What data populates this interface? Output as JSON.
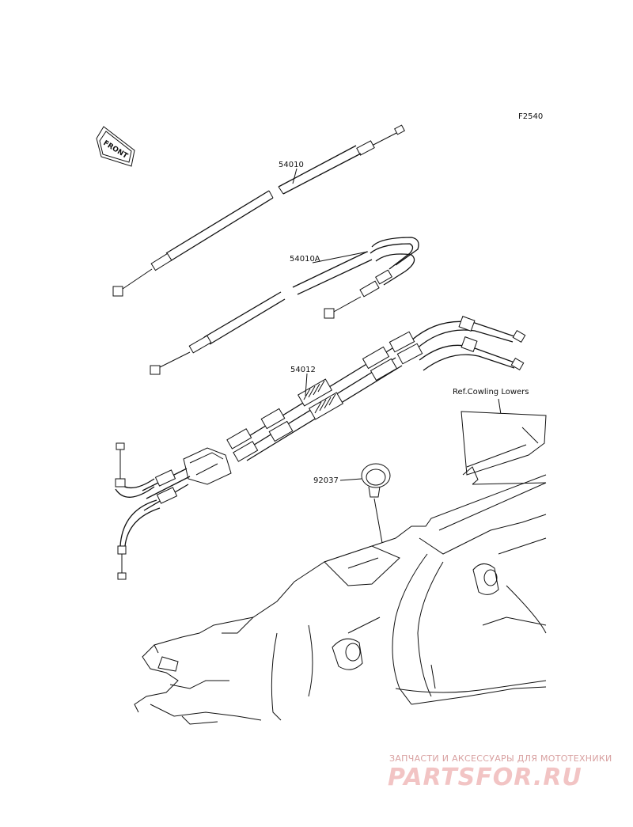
{
  "figure_code": "F2540",
  "front_arrow_label": "FRONT",
  "reference_label": "Ref.Cowling Lowers",
  "parts": [
    {
      "number": "54010"
    },
    {
      "number": "54010A"
    },
    {
      "number": "54012"
    },
    {
      "number": "92037"
    }
  ],
  "watermark": {
    "tagline": "ЗАПЧАСТИ И АКСЕССУАРЫ ДЛЯ МОТОТЕХНИКИ",
    "brand": "PARTSFOR.RU",
    "color": "#e8a8a8"
  }
}
